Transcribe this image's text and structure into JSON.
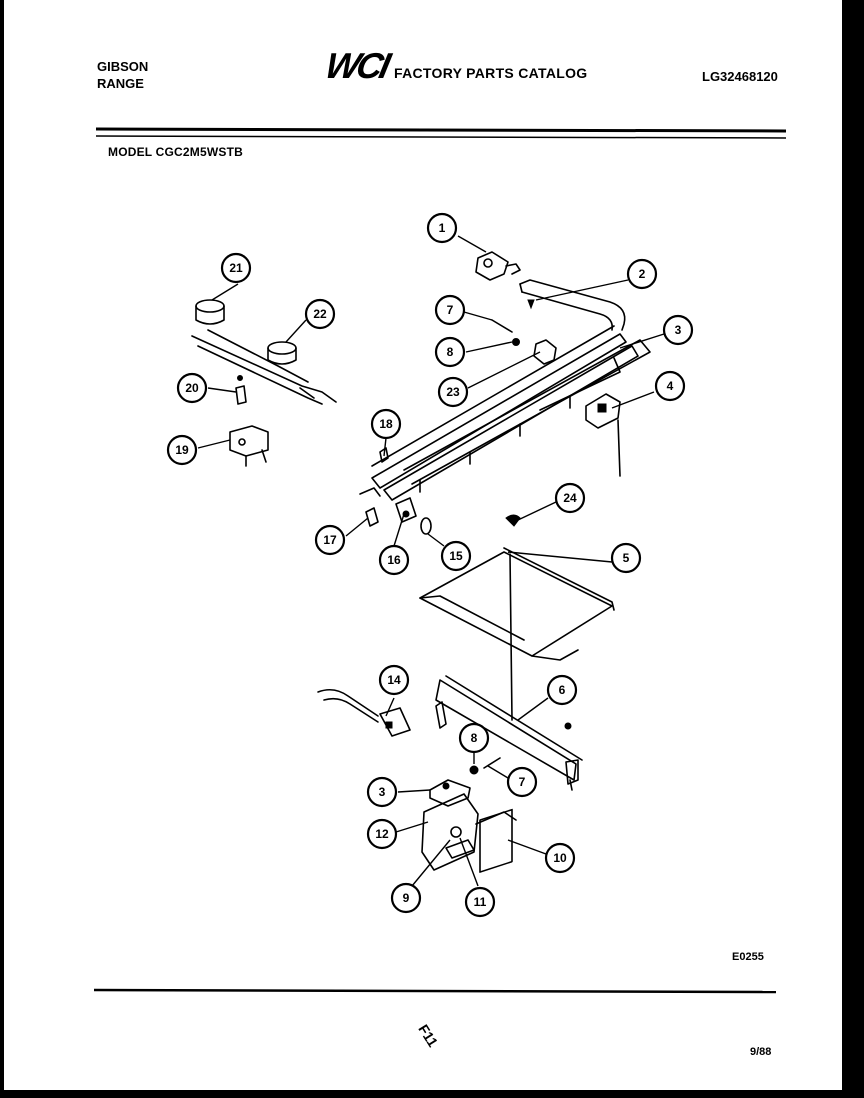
{
  "header": {
    "brand_line1": "GIBSON",
    "brand_line2": "RANGE",
    "logo": "WCI",
    "catalog_title": "FACTORY PARTS CATALOG",
    "catalog_number": "LG32468120",
    "model": "MODEL CGC2M5WSTB"
  },
  "footer": {
    "diagram_code": "E0255",
    "page_ref": "F11",
    "date_code": "9/88"
  },
  "callouts": [
    {
      "id": "c1",
      "label": "1"
    },
    {
      "id": "c2",
      "label": "2"
    },
    {
      "id": "c3a",
      "label": "3"
    },
    {
      "id": "c4",
      "label": "4"
    },
    {
      "id": "c7a",
      "label": "7"
    },
    {
      "id": "c8a",
      "label": "8"
    },
    {
      "id": "c23",
      "label": "23"
    },
    {
      "id": "c21",
      "label": "21"
    },
    {
      "id": "c22",
      "label": "22"
    },
    {
      "id": "c20",
      "label": "20"
    },
    {
      "id": "c19",
      "label": "19"
    },
    {
      "id": "c18",
      "label": "18"
    },
    {
      "id": "c17",
      "label": "17"
    },
    {
      "id": "c16",
      "label": "16"
    },
    {
      "id": "c15",
      "label": "15"
    },
    {
      "id": "c24",
      "label": "24"
    },
    {
      "id": "c5",
      "label": "5"
    },
    {
      "id": "c14",
      "label": "14"
    },
    {
      "id": "c6",
      "label": "6"
    },
    {
      "id": "c8b",
      "label": "8"
    },
    {
      "id": "c7b",
      "label": "7"
    },
    {
      "id": "c3b",
      "label": "3"
    },
    {
      "id": "c12",
      "label": "12"
    },
    {
      "id": "c10",
      "label": "10"
    },
    {
      "id": "c9",
      "label": "9"
    },
    {
      "id": "c11",
      "label": "11"
    }
  ]
}
